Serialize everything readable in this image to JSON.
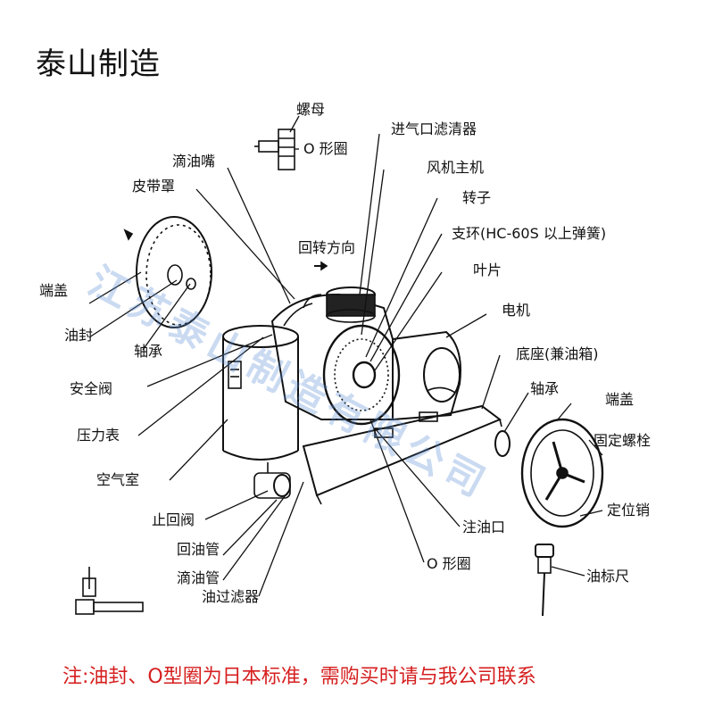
{
  "title": "泰山制造",
  "watermark": "江苏泰山制造有限公司",
  "note": "注:油封、O型圈为日本标准，需购买时请与我公司联系",
  "labels": {
    "nut": "螺母",
    "o_ring_top": "O 形圈",
    "intake_filter": "进气口滤清器",
    "oil_nozzle": "滴油嘴",
    "blower_main": "风机主机",
    "belt_cover": "皮带罩",
    "rotor": "转子",
    "support_ring": "支环(HC-60S 以上弹簧)",
    "rotation_direction": "回转方向",
    "vane": "叶片",
    "end_cover_left": "端盖",
    "motor": "电机",
    "oil_seal": "油封",
    "bearing_left": "轴承",
    "base_tank": "底座(兼油箱)",
    "safety_valve": "安全阀",
    "bearing_right": "轴承",
    "end_cover_right": "端盖",
    "pressure_gauge": "压力表",
    "fixing_bolt": "固定螺栓",
    "air_chamber": "空气室",
    "locating_pin": "定位销",
    "check_valve": "止回阀",
    "oil_inlet": "注油口",
    "oil_return_pipe": "回油管",
    "o_ring_bottom": "O 形圈",
    "drip_pipe": "滴油管",
    "dipstick": "油标尺",
    "oil_filter": "油过滤器"
  }
}
